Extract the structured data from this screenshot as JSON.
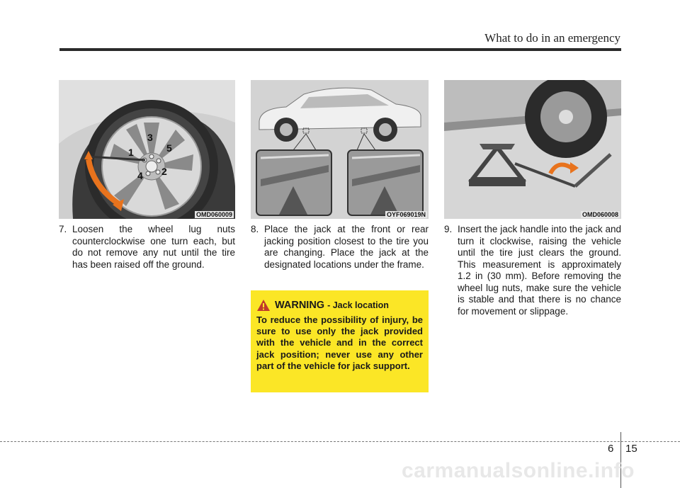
{
  "header": {
    "title": "What to do in an emergency"
  },
  "figures": [
    {
      "code": "OMD060009",
      "labels": [
        "1",
        "2",
        "3",
        "4",
        "5"
      ]
    },
    {
      "code": "OYF069019N"
    },
    {
      "code": "OMD060008"
    }
  ],
  "steps": [
    {
      "num": "7.",
      "text": "Loosen the wheel lug nuts counterclockwise one turn each, but do not remove any nut until the tire has been raised off the ground."
    },
    {
      "num": "8.",
      "text": "Place the jack at the front or rear jacking position closest to the tire you are changing. Place the jack at the designated locations under the frame."
    },
    {
      "num": "9.",
      "text": "Insert the jack handle into the jack and turn it clockwise, raising the vehicle until the tire just clears the ground. This measurement is approximately 1.2 in (30 mm). Before removing the wheel lug nuts, make sure the vehicle is stable and that there is no chance for movement or slippage."
    }
  ],
  "warning": {
    "title": "WARNING",
    "subtitle": "- Jack location",
    "body": "To reduce the possibility of injury, be sure to use only the jack provided with the vehicle and in the correct jack position; never use any other part of the vehicle for jack support."
  },
  "footer": {
    "chapter": "6",
    "page": "15"
  },
  "watermark": "carmanualsonline.info",
  "colors": {
    "warning_bg": "#fbe626",
    "arrow_orange": "#e8731d",
    "rule": "#2a2a2a"
  }
}
